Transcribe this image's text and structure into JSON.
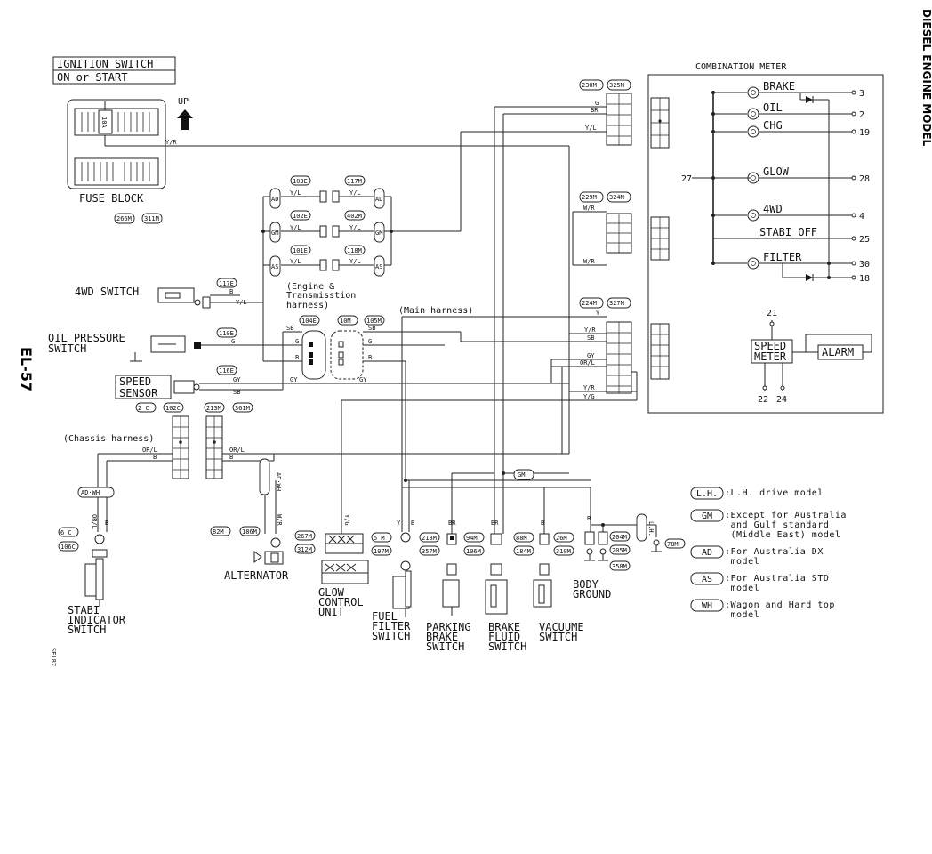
{
  "page": {
    "number": "EL-57",
    "side_title": "DIESEL ENGINE MODEL",
    "figure_code": "SEL87"
  },
  "ignition": {
    "line1": "IGNITION SWITCH",
    "line2": "ON or START"
  },
  "fuse_block": {
    "label": "FUSE BLOCK",
    "fuse": "10A",
    "connectors": [
      "266M",
      "311M"
    ],
    "up": "UP"
  },
  "combination_meter": {
    "title": "COMBINATION METER",
    "lamps": [
      {
        "name": "BRAKE",
        "pin": "3"
      },
      {
        "name": "OIL",
        "pin": "2"
      },
      {
        "name": "CHG",
        "pin": "19"
      },
      {
        "name": "GLOW",
        "pin": "28"
      },
      {
        "name": "4WD",
        "pin": "4"
      },
      {
        "name": "STABI  OFF",
        "pin": "25"
      },
      {
        "name": "FILTER",
        "pin": "30"
      }
    ],
    "extra_pins": [
      "27",
      "18",
      "21",
      "22",
      "24"
    ],
    "speed_meter": [
      "SPEED",
      "METER"
    ],
    "alarm": "ALARM"
  },
  "connectors": {
    "row_top": [
      "103E",
      "117M"
    ],
    "row_mid": [
      "102E",
      "402M"
    ],
    "row_bot": [
      "101E",
      "118M"
    ],
    "fourwd": "117E",
    "oil": "110E",
    "speed": "116E",
    "eng_pair": [
      "104E",
      "10M",
      "105M"
    ],
    "meter1": [
      "230M",
      "325M"
    ],
    "meter2": [
      "229M",
      "324M"
    ],
    "meter3": [
      "224M",
      "327M"
    ],
    "chassis": [
      "2 C",
      "102C"
    ],
    "chassis2": [
      "213M",
      "361M"
    ],
    "stabi": [
      "6 C",
      "106C"
    ],
    "alt": [
      "82M",
      "186M"
    ],
    "glow": [
      "267M",
      "312M"
    ],
    "fuel": [
      "5 M",
      "197M"
    ],
    "park": [
      "218M",
      "357M"
    ],
    "brake": [
      "94M",
      "106M"
    ],
    "vac": [
      "88M",
      "184M"
    ],
    "ground": [
      "26M",
      "310M"
    ],
    "ground2": [
      "204M",
      "205M",
      "358M"
    ],
    "far": "78M"
  },
  "tags": [
    "AD",
    "GM",
    "AS",
    "L.H.",
    "AD·WH"
  ],
  "wires": {
    "YR": "Y/R",
    "YL": "Y/L",
    "G": "G",
    "BR": "BR",
    "WR": "W/R",
    "Y": "Y",
    "SB": "SB",
    "B": "B",
    "GY": "GY",
    "ORL": "OR/L",
    "YG": "Y/G"
  },
  "components": {
    "fourwd_switch": "4WD SWITCH",
    "oil_pressure": [
      "OIL PRESSURE",
      "SWITCH"
    ],
    "speed_sensor": [
      "SPEED",
      "SENSOR"
    ],
    "eng_trans": [
      "(Engine &",
      "Transmisstion",
      "harness)"
    ],
    "main_harness": "(Main harness)",
    "chassis_harness": "(Chassis harness)",
    "alternator": "ALTERNATOR",
    "glow_unit": [
      "GLOW",
      "CONTROL",
      "UNIT"
    ],
    "fuel_filter": [
      "FUEL",
      "FILTER",
      "SWITCH"
    ],
    "parking": [
      "PARKING",
      "BRAKE",
      "SWITCH"
    ],
    "brake_fluid": [
      "BRAKE",
      "FLUID",
      "SWITCH"
    ],
    "vacuume": [
      "VACUUME",
      "SWITCH"
    ],
    "body_ground": [
      "BODY",
      "GROUND"
    ],
    "stabi_switch": [
      "STABI",
      "INDICATOR",
      "SWITCH"
    ]
  },
  "legend": [
    {
      "tag": "L.H.",
      "lines": [
        ":L.H. drive model"
      ]
    },
    {
      "tag": "GM",
      "lines": [
        ":Except for Australia",
        " and Gulf standard",
        " (Middle East) model"
      ]
    },
    {
      "tag": "AD",
      "lines": [
        ":For Australia DX",
        " model"
      ]
    },
    {
      "tag": "AS",
      "lines": [
        ":For Australia STD",
        " model"
      ]
    },
    {
      "tag": "WH",
      "lines": [
        ":Wagon and Hard top",
        " model"
      ]
    }
  ]
}
